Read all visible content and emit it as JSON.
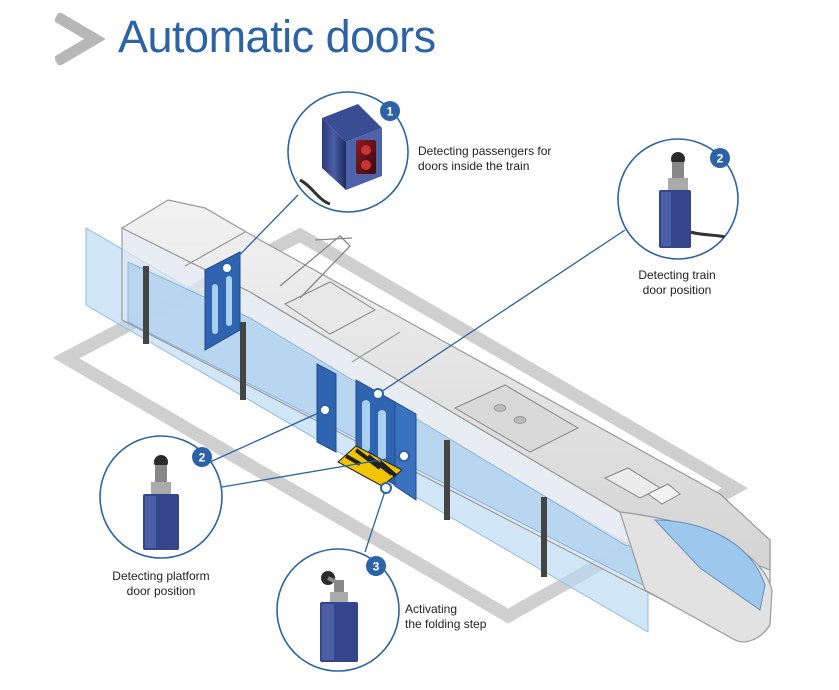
{
  "title": "Automatic doors",
  "colors": {
    "accent_blue": "#2b63a6",
    "glass_blue": "#a9cff0",
    "door_blue": "#2f64b0",
    "platform_gray": "#cfcfcf",
    "train_body": "#e6e6e6"
  },
  "callouts": [
    {
      "number": "1",
      "line1": "Detecting passengers for",
      "line2": "doors inside the train",
      "icon": "photoelectric-sensor-icon"
    },
    {
      "number": "2",
      "line1": "Detecting train",
      "line2": "door position",
      "icon": "limit-switch-icon"
    },
    {
      "number": "2",
      "line1": "Detecting platform",
      "line2": "door position",
      "icon": "limit-switch-icon"
    },
    {
      "number": "3",
      "line1": "Activating",
      "line2": "the folding step",
      "icon": "limit-switch-icon"
    }
  ]
}
